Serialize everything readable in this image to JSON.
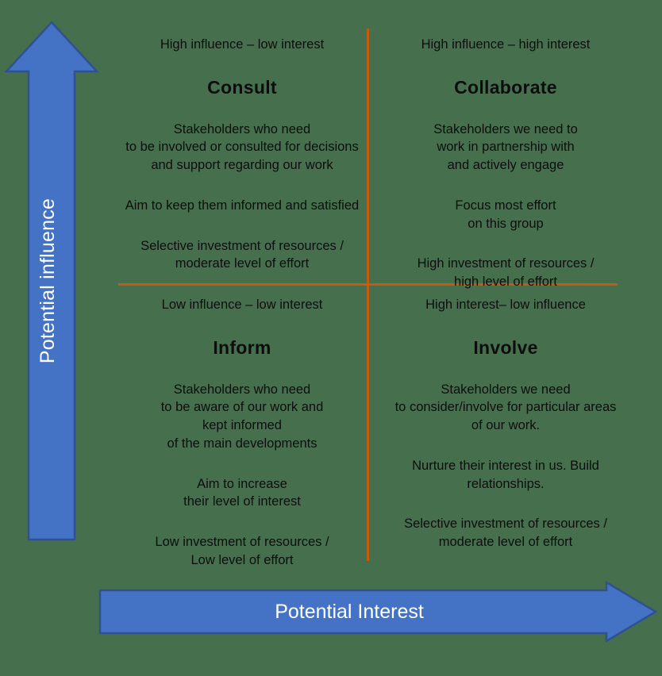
{
  "diagram": {
    "title": "Stakeholder analysis matrix",
    "colors": {
      "background": "#46704D",
      "arrow_fill": "#4472C4",
      "arrow_stroke": "#2F528F",
      "divider": "#C55A11",
      "text": "#0D0D0D",
      "axis_label_text": "#FFFFFF"
    }
  },
  "axes": {
    "vertical": {
      "label": "Potential influence",
      "direction": "up",
      "icon": "up-arrow-icon"
    },
    "horizontal": {
      "label": "Potential Interest",
      "direction": "right",
      "icon": "right-arrow-icon"
    }
  },
  "quadrants": [
    {
      "id": "consult",
      "position": "top-left",
      "axis_note": "High influence – low interest",
      "title": "Consult",
      "blocks": [
        "Stakeholders who need\nto be involved or consulted for decisions\nand support regarding our work",
        "Aim to keep them informed and satisfied",
        "Selective investment of resources /\nmoderate level of effort"
      ]
    },
    {
      "id": "collaborate",
      "position": "top-right",
      "axis_note": "High influence – high interest",
      "title": "Collaborate",
      "blocks": [
        "Stakeholders we need to\nwork in partnership with\nand actively engage",
        "Focus most effort\non this group",
        "High investment of resources /\nhigh level of effort"
      ]
    },
    {
      "id": "inform",
      "position": "bottom-left",
      "axis_note": "Low influence – low interest",
      "title": "Inform",
      "blocks": [
        "Stakeholders who need\nto be aware of our work and\nkept informed\nof the main developments",
        "Aim to increase\ntheir level of interest",
        "Low investment of resources /\nLow level of effort"
      ]
    },
    {
      "id": "involve",
      "position": "bottom-right",
      "axis_note": "High interest– low influence",
      "title": "Involve",
      "blocks": [
        "Stakeholders we need\nto consider/involve for particular areas\nof our work.",
        "Nurture their interest in us. Build\nrelationships.",
        "Selective investment of resources /\nmoderate level of effort"
      ]
    }
  ]
}
